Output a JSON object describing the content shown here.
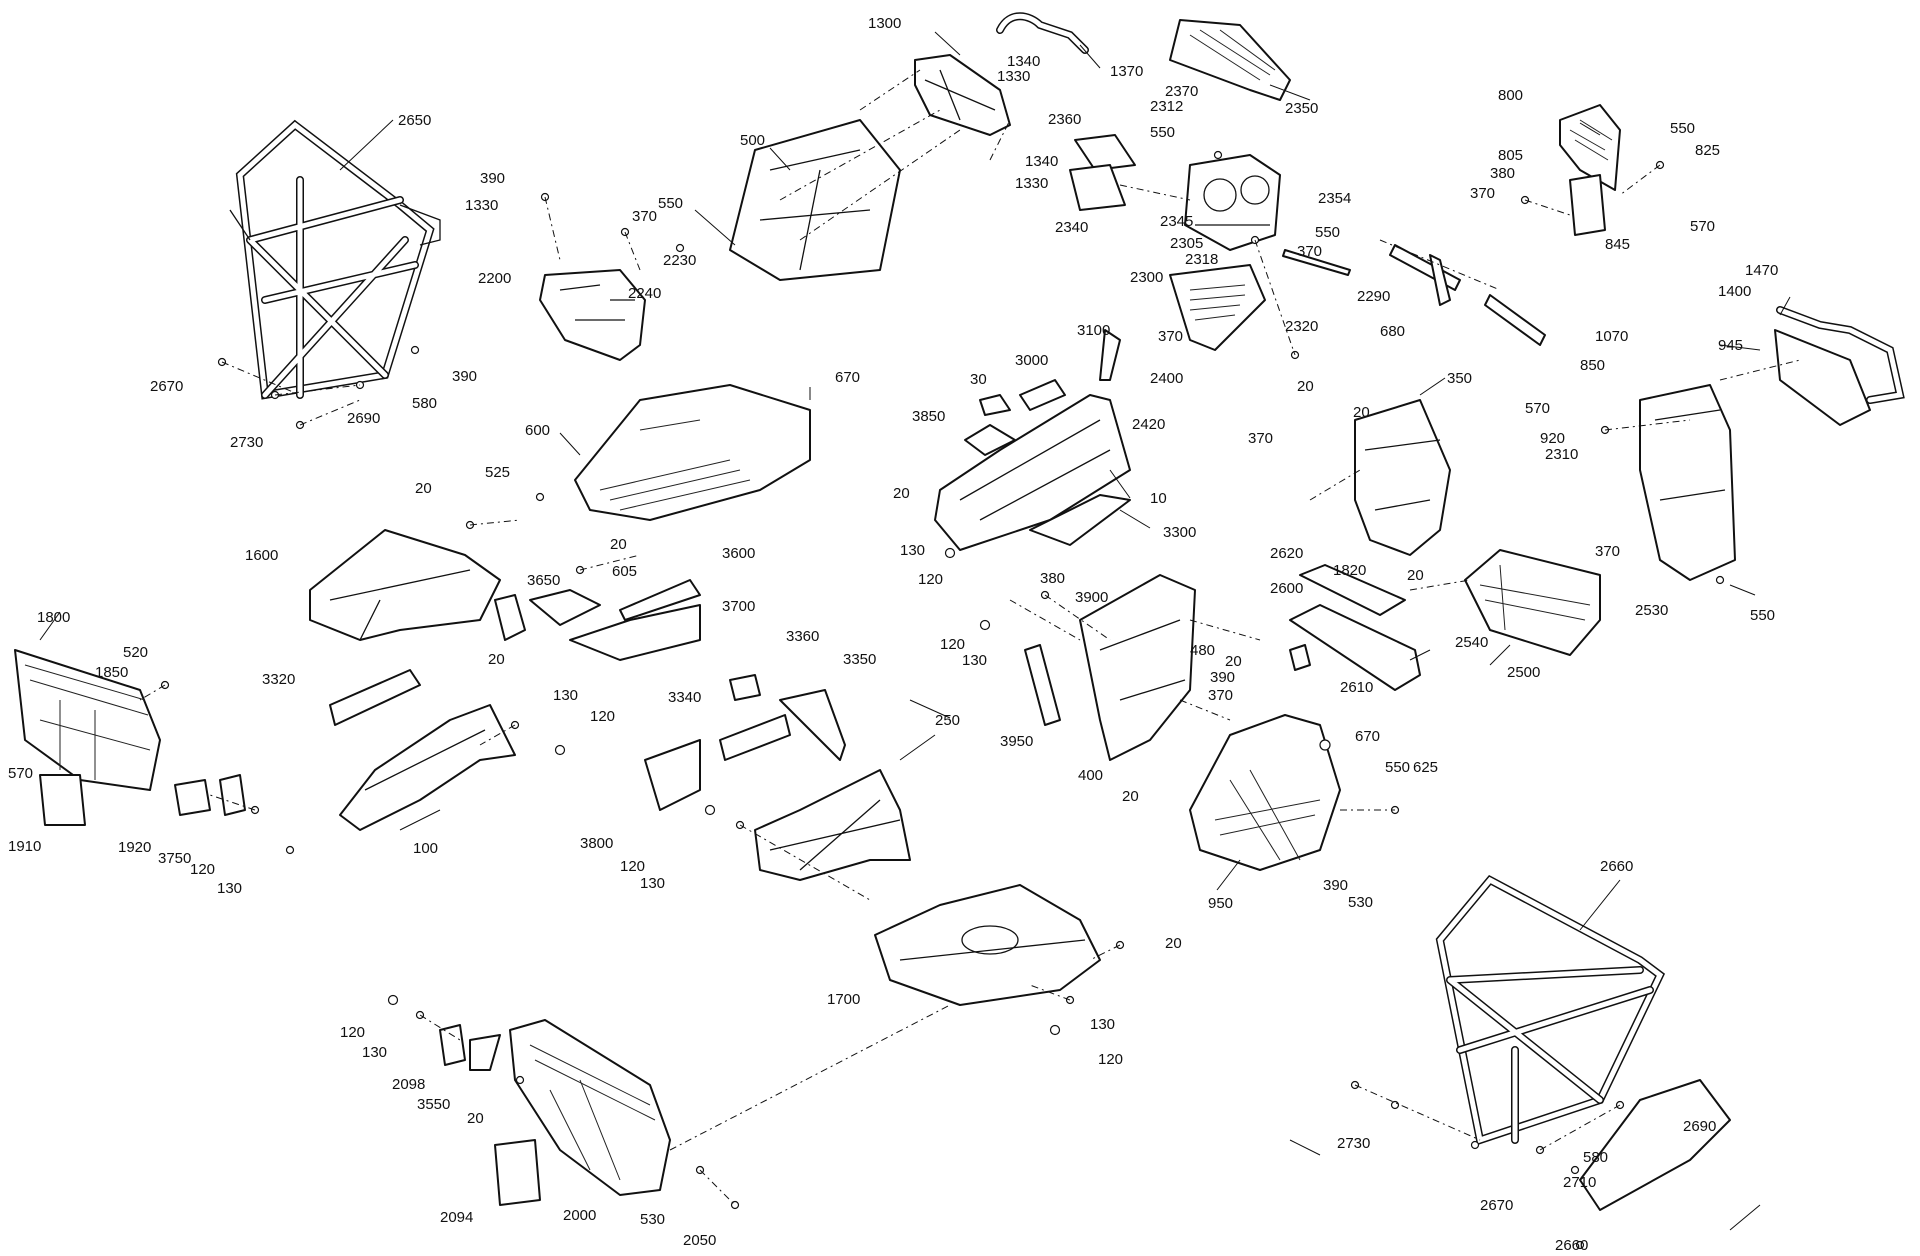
{
  "callouts": [
    "2650",
    "390",
    "1330",
    "2670",
    "2730",
    "2690",
    "580",
    "390",
    "1300",
    "1340",
    "1330",
    "1370",
    "500",
    "550",
    "370",
    "2230",
    "2240",
    "2200",
    "1340",
    "1330",
    "2350",
    "2370",
    "2312",
    "2360",
    "550",
    "2340",
    "2345",
    "2305",
    "2318",
    "550",
    "2354",
    "370",
    "2290",
    "2300",
    "2320",
    "3100",
    "370",
    "2400",
    "3000",
    "30",
    "3850",
    "20",
    "130",
    "120",
    "2420",
    "10",
    "3300",
    "20",
    "800",
    "805",
    "380",
    "370",
    "550",
    "825",
    "570",
    "845",
    "680",
    "1470",
    "1400",
    "1070",
    "945",
    "850",
    "570",
    "2310",
    "920",
    "370",
    "2530",
    "550",
    "350",
    "20",
    "370",
    "20",
    "2620",
    "1820",
    "2600",
    "2610",
    "2540",
    "2500",
    "670",
    "600",
    "525",
    "20",
    "1600",
    "20",
    "3650",
    "605",
    "3600",
    "3700",
    "1800",
    "520",
    "1850",
    "570",
    "1910",
    "1920",
    "3750",
    "120",
    "130",
    "3320",
    "20",
    "130",
    "120",
    "100",
    "3360",
    "3350",
    "3340",
    "3800",
    "120",
    "130",
    "250",
    "380",
    "3900",
    "120",
    "130",
    "3950",
    "400",
    "480",
    "20",
    "390",
    "370",
    "20",
    "670",
    "550",
    "625",
    "950",
    "390",
    "530",
    "20",
    "1700",
    "130",
    "120",
    "120",
    "130",
    "2098",
    "3550",
    "20",
    "2094",
    "2000",
    "530",
    "2050",
    "2660",
    "2730",
    "2690",
    "580",
    "2710",
    "2670",
    "2660"
  ]
}
